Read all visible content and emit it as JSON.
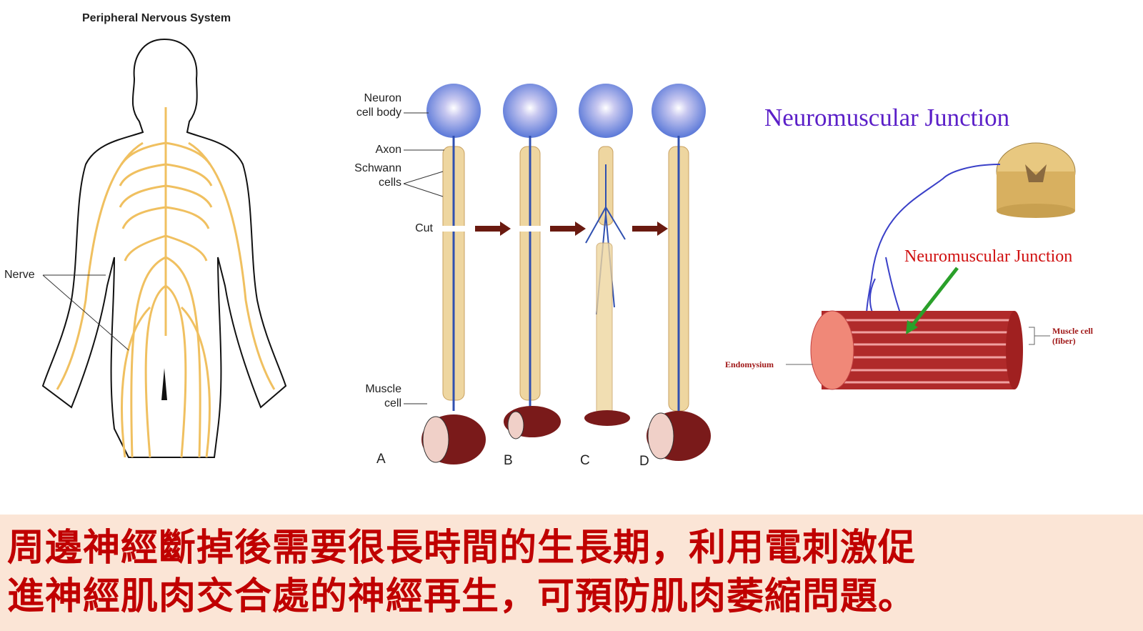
{
  "left_panel": {
    "title": "Peripheral Nervous System",
    "nerve_label": "Nerve"
  },
  "middle_panel": {
    "labels": {
      "neuron_cell_body": "Neuron\ncell body",
      "axon": "Axon",
      "schwann_cells": "Schwann\ncells",
      "cut": "Cut",
      "muscle_cell": "Muscle\ncell"
    },
    "stages": [
      "A",
      "B",
      "C",
      "D"
    ]
  },
  "right_panel": {
    "title": "Neuromuscular Junction",
    "junction_label": "Neuromuscular Junction",
    "muscle_cell_label": "Muscle cell\n(fiber)",
    "endomysium_label": "Endomysium"
  },
  "caption": {
    "line1": "周邊神經斷掉後需要很長時間的生長期，利用電刺激促",
    "line2": "進神經肌肉交合處的神經再生，可預防肌肉萎縮問題。"
  },
  "colors": {
    "nerve": "#f0c060",
    "caption_text": "#c00000",
    "caption_bg": "#fbe5d6",
    "title_purple": "#5b1fc8",
    "label_red": "#d01010",
    "arrow_green": "#2aa02a"
  }
}
